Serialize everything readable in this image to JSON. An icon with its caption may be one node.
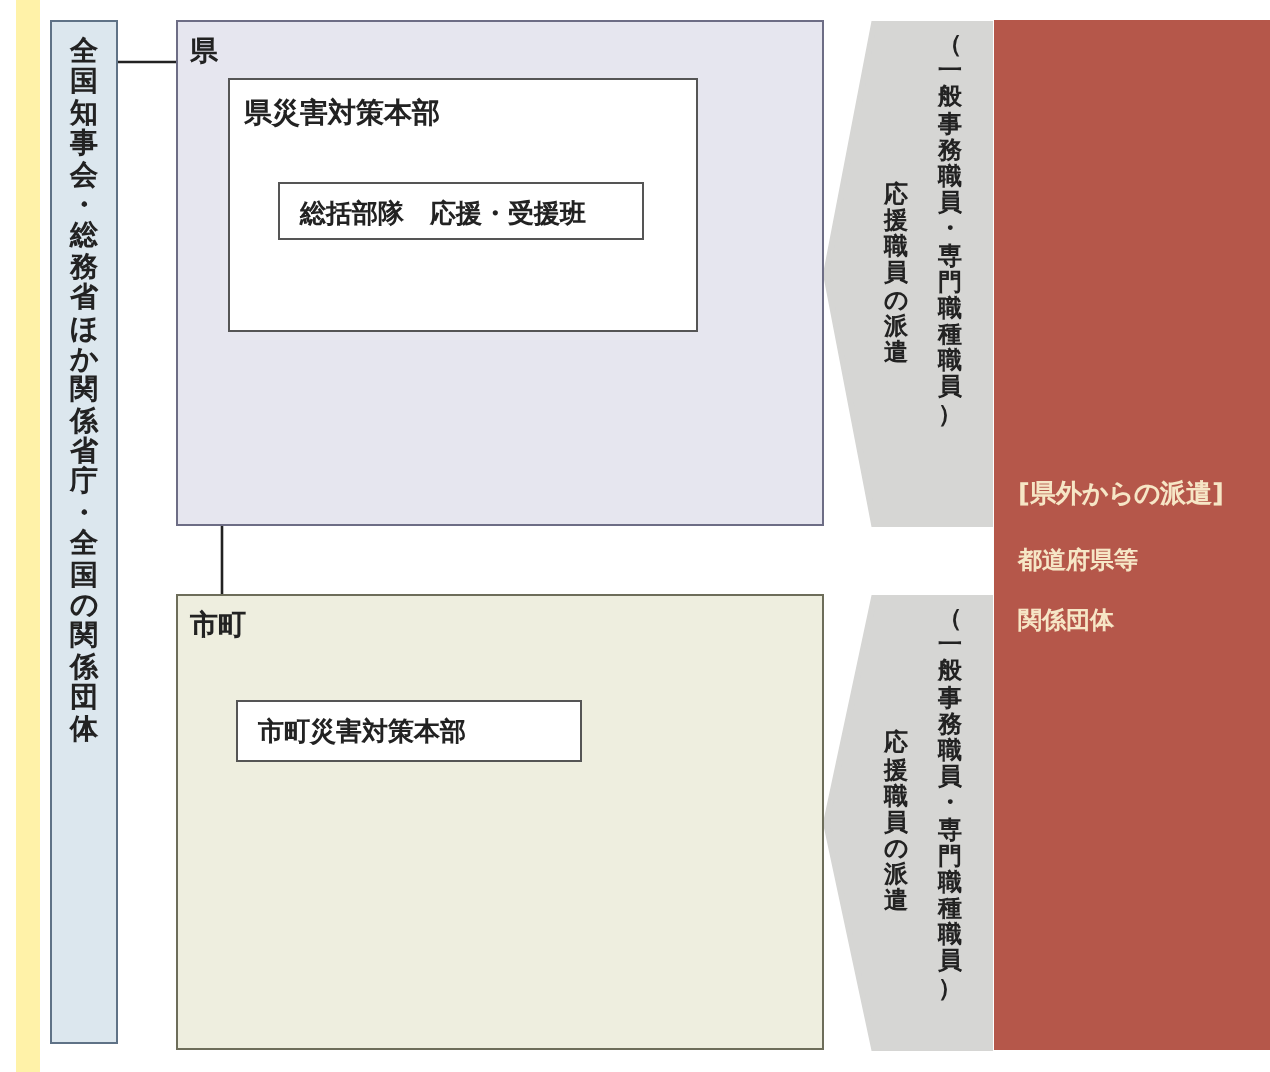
{
  "diagram": {
    "nodes": [
      {
        "text": [
          "全国知事会・総務省ほか関係省庁・全国の関係団体"
        ]
      },
      {
        "text": [
          "県"
        ]
      },
      {
        "text": [
          "県災害対策本部"
        ],
        "in": 1
      },
      {
        "text": [
          "総括部隊　応援・受援班"
        ],
        "in": 2
      },
      {
        "text": [
          "市町"
        ]
      },
      {
        "text": [
          "市町災害対策本部"
        ],
        "in": 4
      },
      {
        "text": [
          "[県外からの派遣]",
          "都道府県等",
          "関係団体"
        ]
      }
    ],
    "edges": [
      {
        "from": 0,
        "to": 1,
        "arrow": "none"
      },
      {
        "from": 1,
        "to": 4,
        "arrow": "none"
      },
      {
        "from": 6,
        "to": 1,
        "arrow": "to",
        "label": "応援職員の派遣",
        "style": "thick",
        "color": "#d6d6d4"
      },
      {
        "from": 6,
        "to": 4,
        "arrow": "to",
        "label": "応援職員の派遣",
        "style": "thick",
        "color": "#d6d6d4"
      }
    ],
    "labels": [
      "（一般事務職員・専門職種職員）",
      "（一般事務職員・専門職種職員）"
    ]
  }
}
